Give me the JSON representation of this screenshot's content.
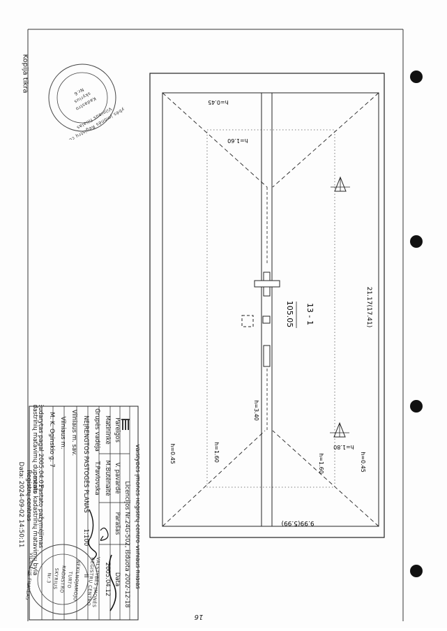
{
  "page": {
    "side_note": "Kopija tikra",
    "page_number": "16"
  },
  "plan": {
    "unit_label": "13 - 1",
    "area": "105.05",
    "dim_long": "21.17(17.41)",
    "dim_short": "9.99(5.99)",
    "heights": {
      "h_top_left": "h=0.45",
      "h_inner_top": "h=1.60",
      "h_ridge": "h=3.40",
      "h_inner_bottom_left": "h=1.60",
      "h_inner_bottom_right": "h=1.60",
      "h_bottom_left": "h=0.45",
      "h_bottom_right": "h=0.45",
      "h_marker": "h=1.80"
    }
  },
  "title_block": {
    "org_line1": "Valstybės įmonės Registrų centro Vilniaus filialas",
    "license": "Licencijos Nr.24G-502, išduota 2002-12-18",
    "col_headers": [
      "Pareigos",
      "V. pavardė",
      "Parašas",
      "Data"
    ],
    "row_performer": [
      "Matininkė",
      "M.Butėnaitė",
      "2005.04.12"
    ],
    "row_head": [
      "Grupės vadėja",
      "T.Pavlovska"
    ],
    "drawing_title": "NEĮRENGTOS PASTOGĖS PLANAS",
    "scale": "1:100",
    "sheet_no": "II",
    "municipality": "Vilniaus m. sav.",
    "city": "Vilniaus m.",
    "address": "M. K. Oginskio g. 7",
    "compiled": "Sudarytas pagal 2005.04.01",
    "measurement_ref": "kadastrinių matavimų duomenis",
    "building_ref": "Pastato pažymėjimas",
    "building_ref2": "pastato kadastrinių matavimų byla",
    "registry": "Registrų centras",
    "date_stamp": "Data: 2024-09-02 14:50:11"
  },
  "stamps": {
    "top_round": [
      "Valstybės įmonės Registrų centro",
      "Vilniaus filialas",
      "Kadastro",
      "skyrius",
      "Nr.6"
    ],
    "bottom_round": [
      "VALSTYBĖS ĮMONĖS",
      "REGISTRŲ CENTRO",
      "VILNIAUS FILIALAS",
      "NEKILNOJAMOJO",
      "TURTO",
      "KADASTRO",
      "SKYRIUS",
      "Nr.3"
    ]
  }
}
